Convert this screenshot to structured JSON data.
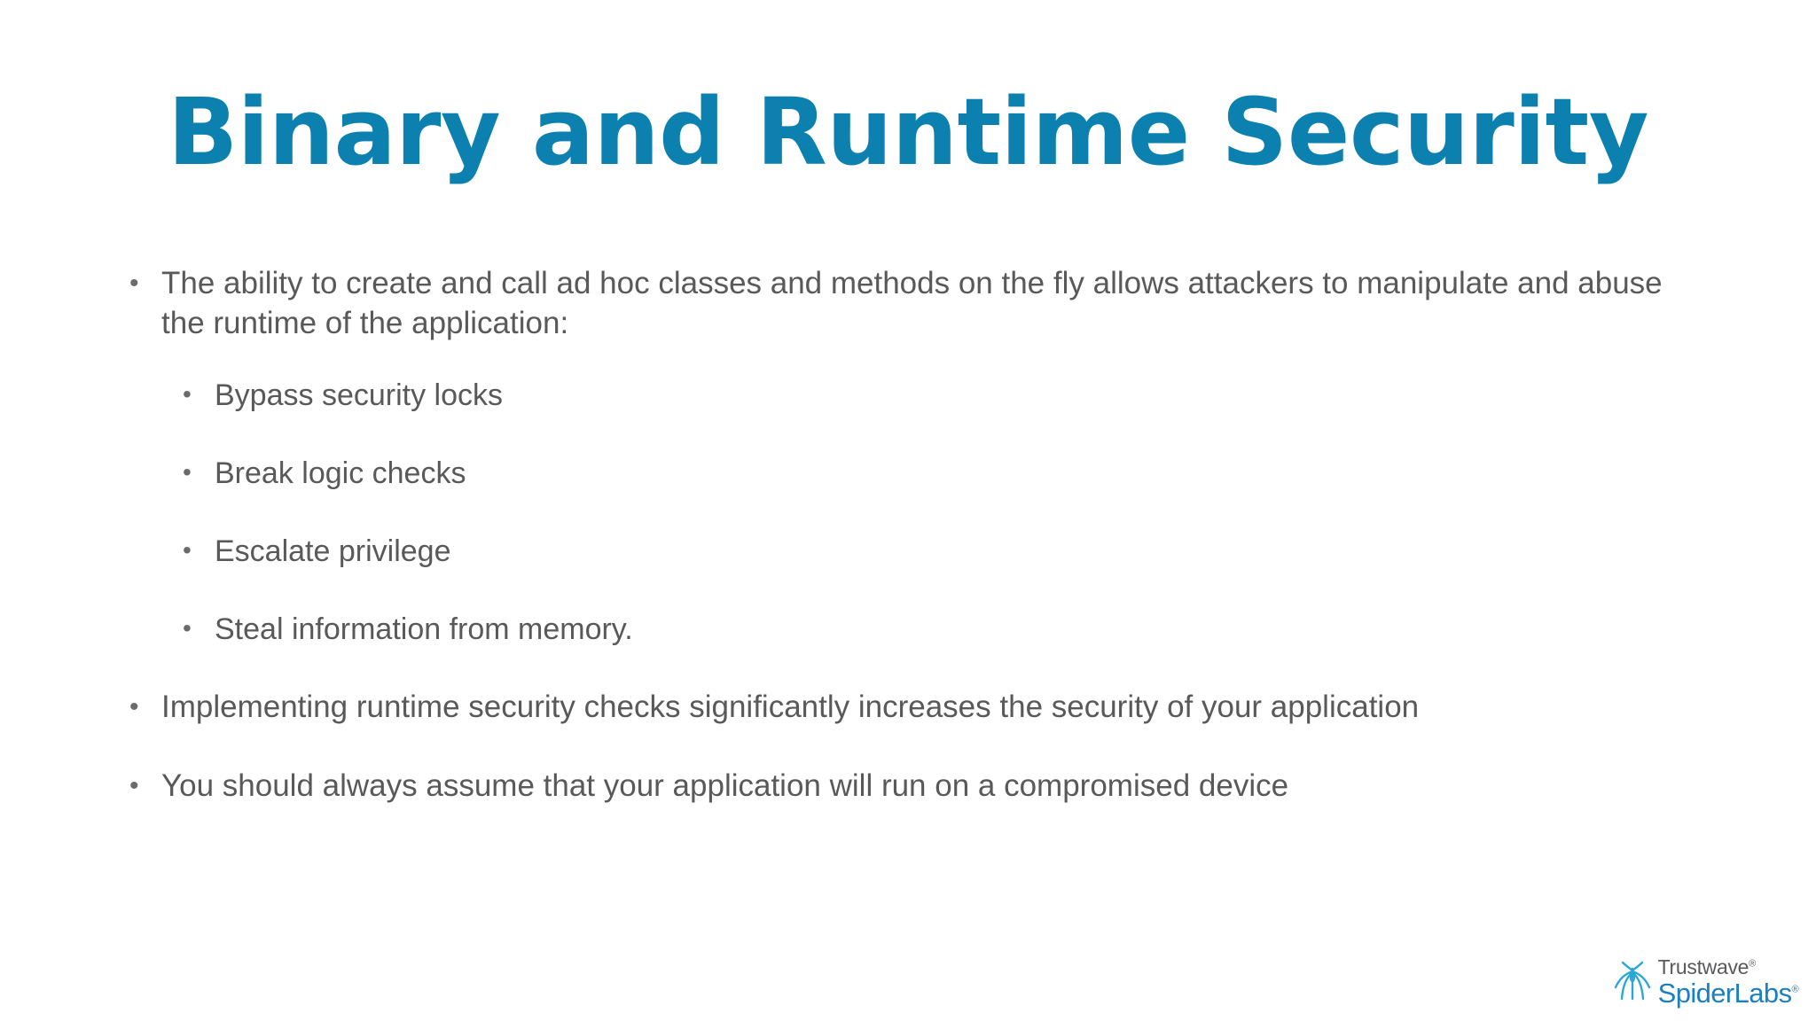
{
  "slide": {
    "title": "Binary and Runtime Security",
    "background_color": "#FFFFFF",
    "title_color": "#0C81AF",
    "body_text_color": "#595959",
    "bullet_glyph": "•",
    "content": [
      {
        "level": 1,
        "text": "The ability to create and call ad hoc classes and methods on the fly allows attackers to manipulate and abuse the runtime of the application:"
      },
      {
        "level": 2,
        "text": "Bypass security locks"
      },
      {
        "level": 2,
        "text": "Break logic checks"
      },
      {
        "level": 2,
        "text": "Escalate privilege"
      },
      {
        "level": 2,
        "text": "Steal information from memory."
      },
      {
        "level": 1,
        "text": "Implementing runtime security checks significantly increases the security of your application"
      },
      {
        "level": 1,
        "text": "You should always assume that your application will run on a compromised device"
      }
    ]
  },
  "logo": {
    "brand_top": "Trustwave",
    "brand_bottom": "SpiderLabs",
    "registered_mark": "®",
    "mark_name": "spider-starburst-icon",
    "brand_top_color": "#58595B",
    "brand_bottom_color": "#1B7FC3",
    "mark_color": "#2BA8D6"
  }
}
